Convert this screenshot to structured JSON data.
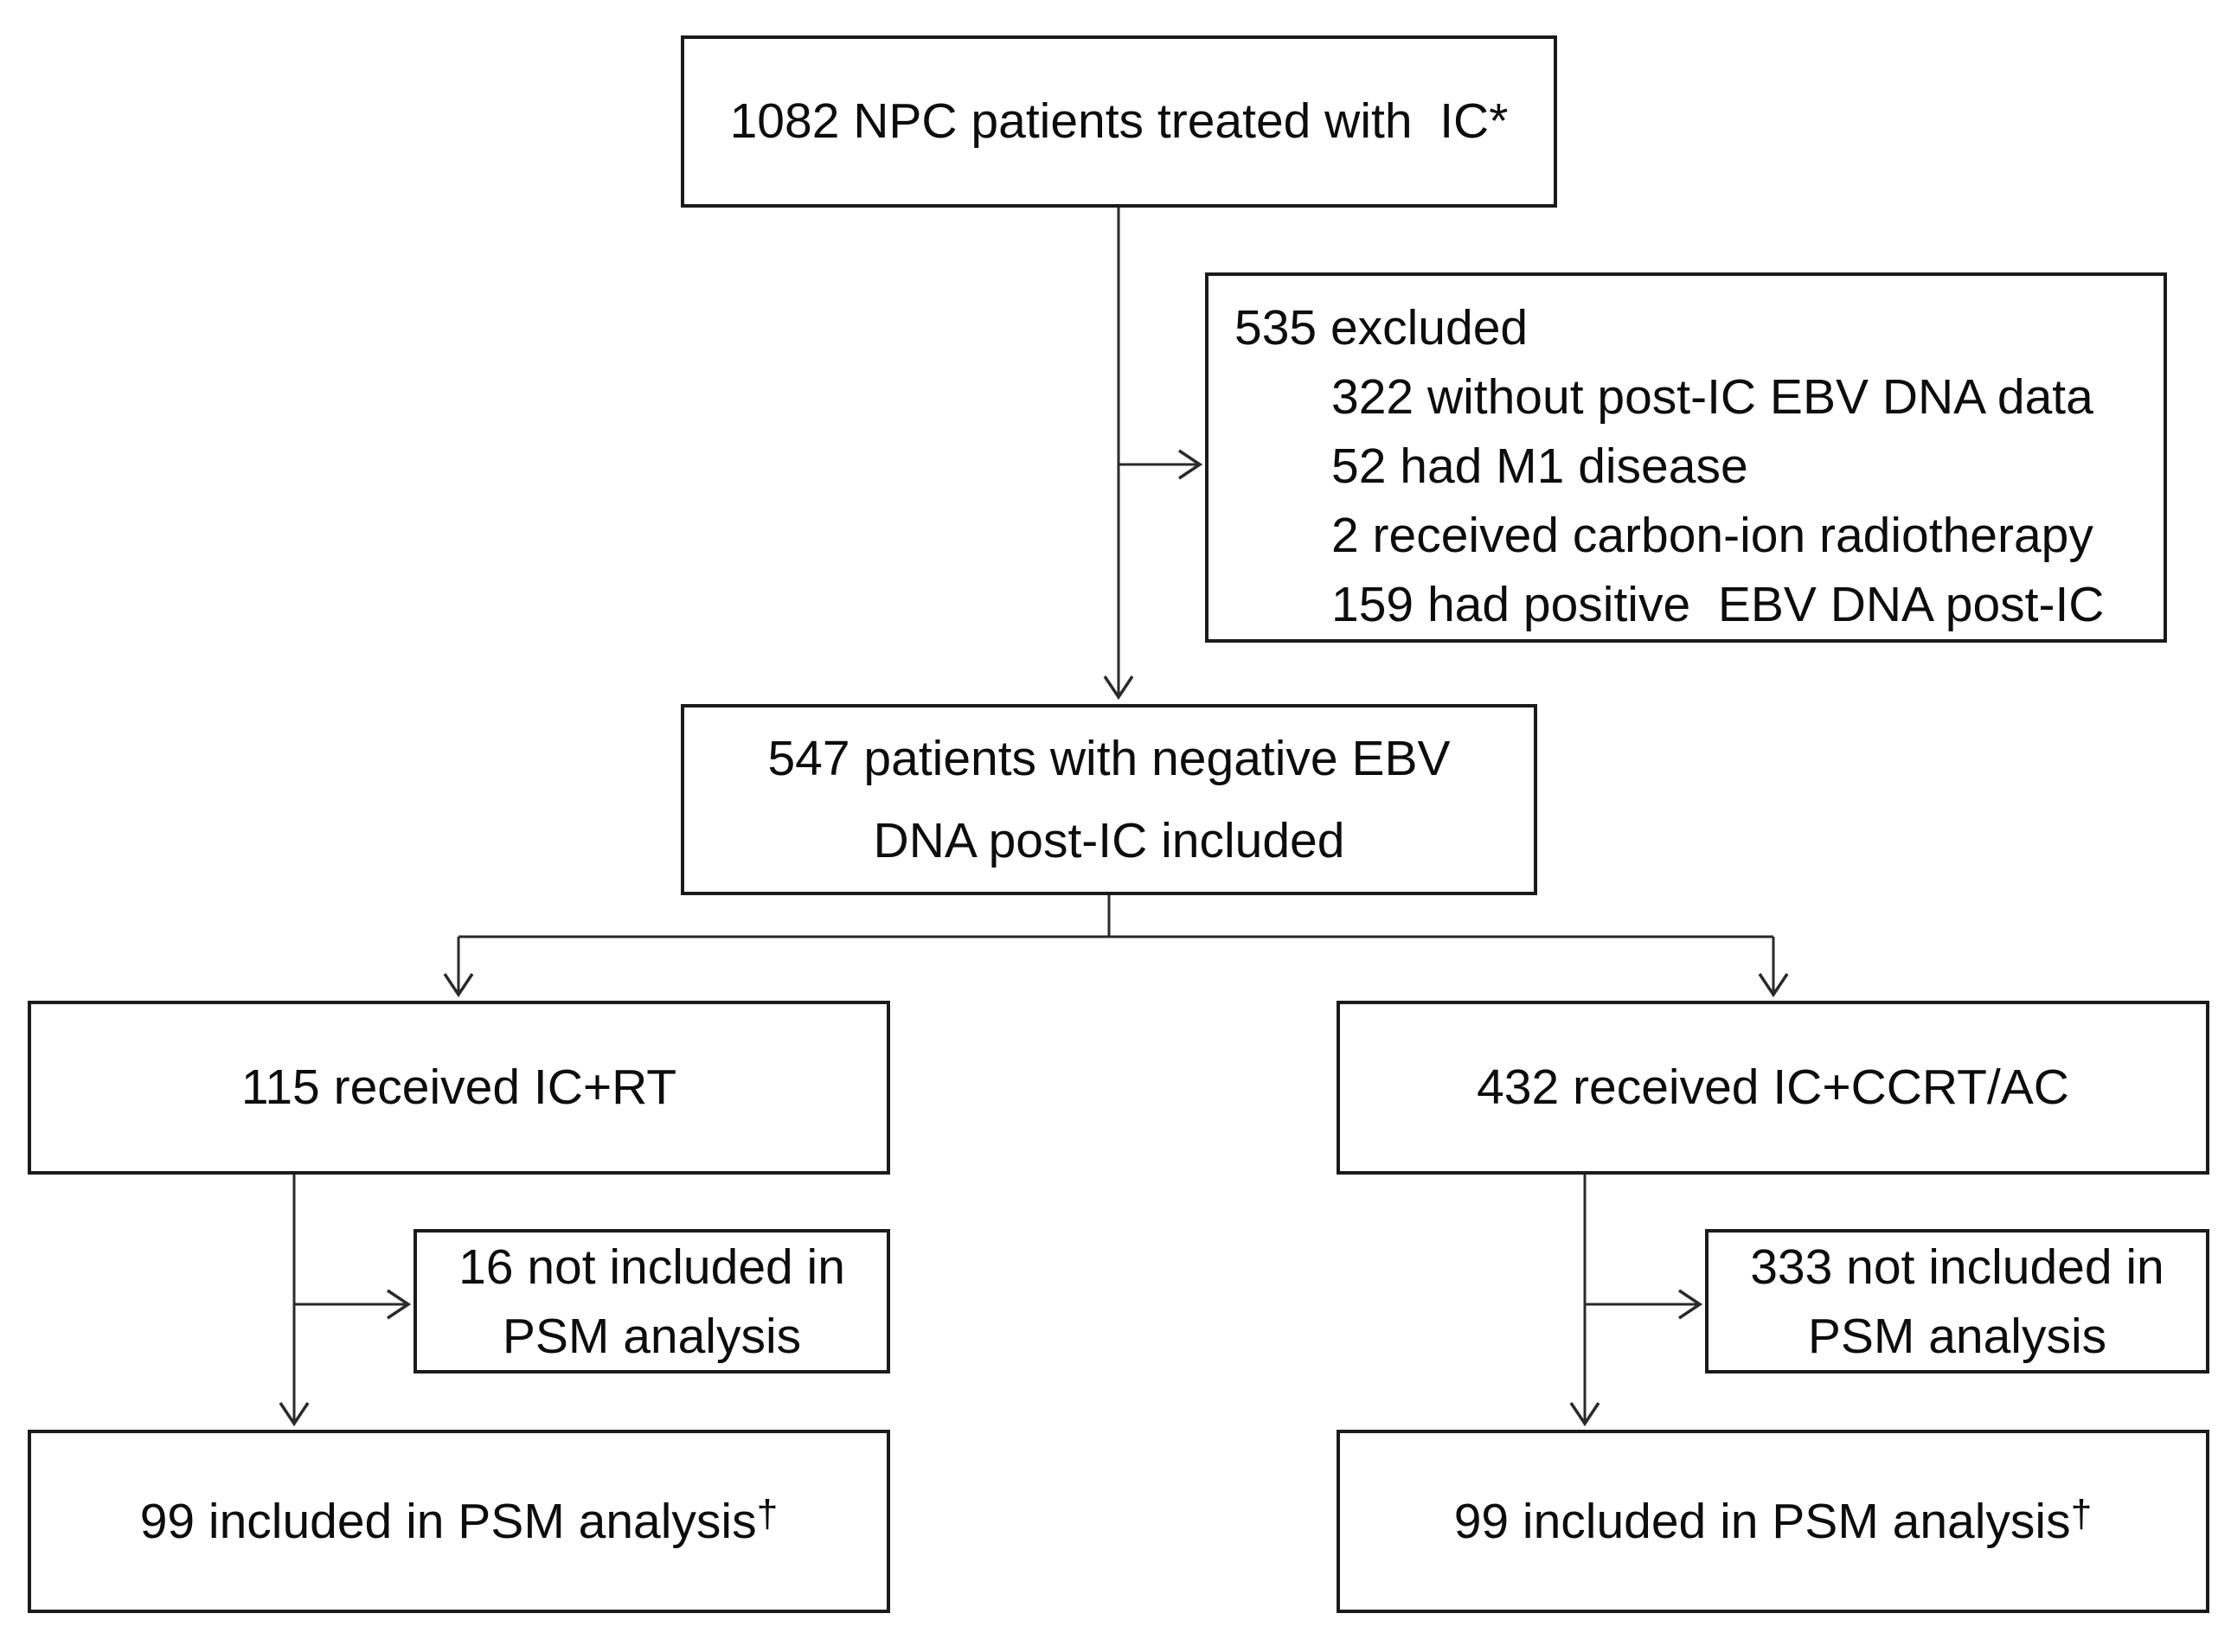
{
  "diagram": {
    "background_color": "#ffffff",
    "line_color": "#2a2a2a",
    "nodes": {
      "enrollment": {
        "label": "1082 NPC patients treated with  IC*"
      },
      "excluded": {
        "title": "535 excluded",
        "items": [
          "322 without post-IC EBV DNA data",
          "52 had M1 disease",
          "2 received carbon-ion radiotherapy",
          "159 had positive  EBV DNA post-IC"
        ]
      },
      "eligible": {
        "line1": "547 patients with negative EBV",
        "line2": "DNA post-IC included"
      },
      "arm_rt": {
        "label": "115 received IC+RT"
      },
      "arm_ccrt": {
        "label": "432 received IC+CCRT/AC"
      },
      "rt_not_psm": {
        "line1": "16 not included in",
        "line2": "PSM analysis"
      },
      "ccrt_not_psm": {
        "line1": "333 not included in",
        "line2": "PSM analysis"
      },
      "rt_psm": {
        "label": "99 included in PSM analysis",
        "suffix": "†"
      },
      "ccrt_psm": {
        "label": "99 included in PSM analysis",
        "suffix": "†"
      }
    }
  }
}
